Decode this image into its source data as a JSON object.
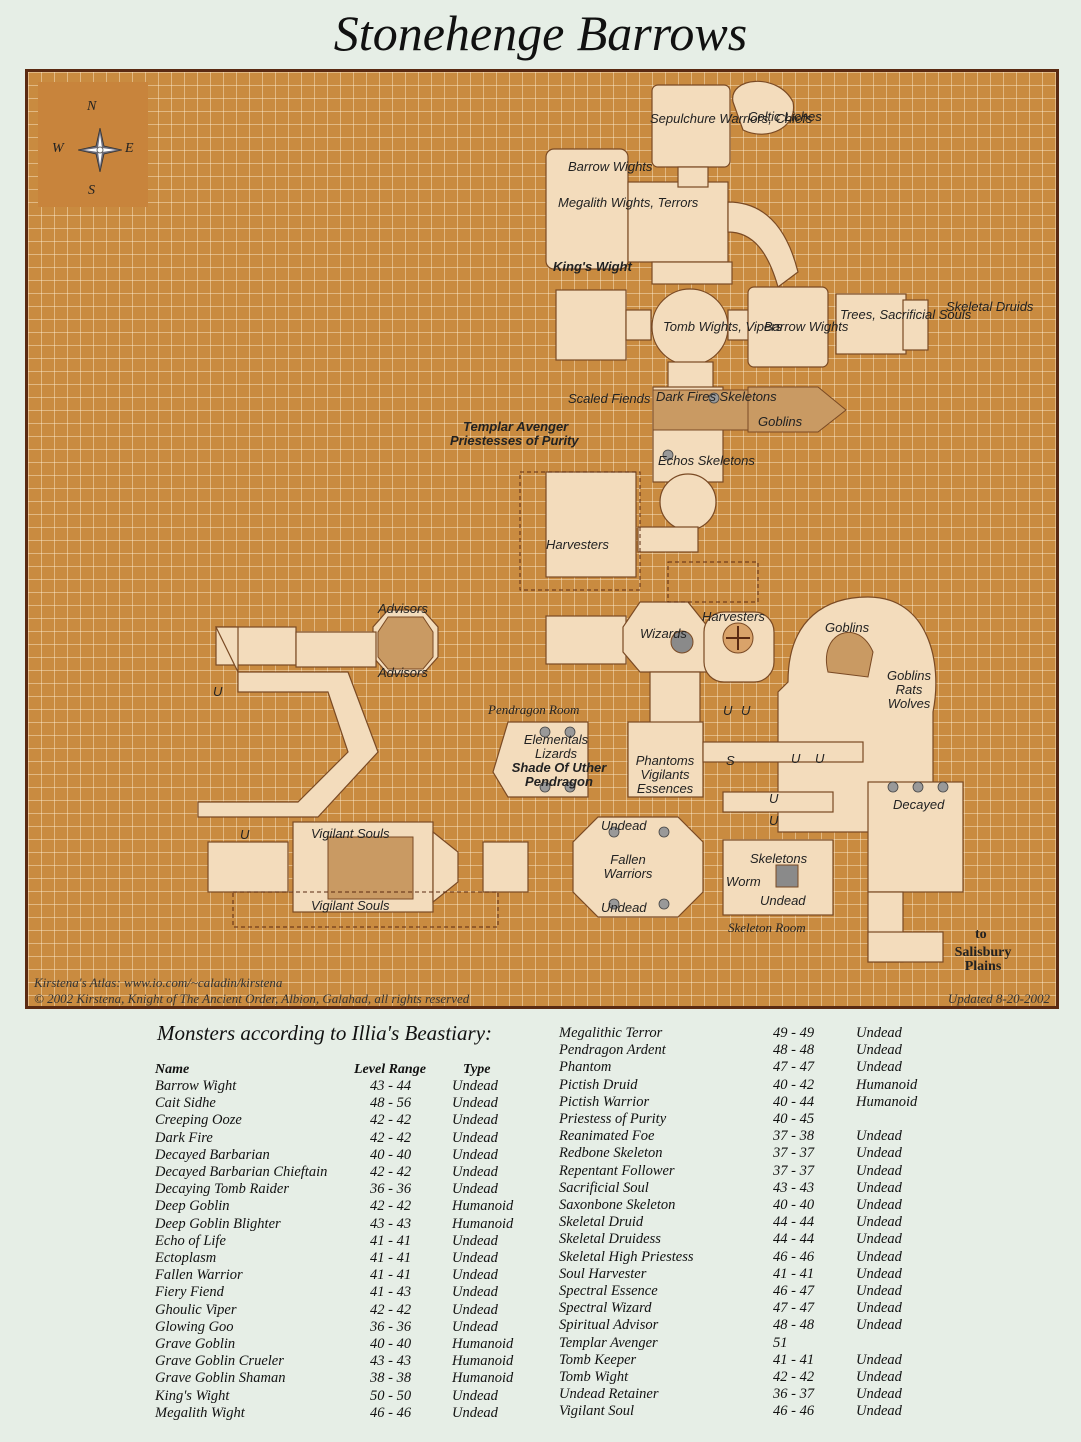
{
  "title": "Stonehenge Barrows",
  "compass": {
    "n": "N",
    "s": "S",
    "e": "E",
    "w": "W",
    "icon": "compass-rose-icon"
  },
  "colors": {
    "background": "#e6eee6",
    "map_fill": "#c98b40",
    "room": "#f3dcbc",
    "room_edge": "#7a4a24",
    "room_dark": "#c99a63",
    "border": "#5a2a12"
  },
  "map_labels": {
    "sepulchure": "Sepulchure Warriors, Chiefs",
    "celtic": "Celtic Liches",
    "barrow_wights_top": "Barrow Wights",
    "megalith": "Megalith Wights, Terrors",
    "kings_wight": "King's Wight",
    "tomb_wights": "Tomb Wights, Vipers",
    "barrow_wights_right": "Barrow Wights",
    "trees": "Trees, Sacrificial Souls",
    "skeletal_druids": "Skeletal Druids",
    "scaled_fiends": "Scaled Fiends",
    "dark_fires": "Dark Fires Skeletons",
    "goblins_top": "Goblins",
    "templar_avenger": "Templar Avenger",
    "priestesses": "Priestesses of Purity",
    "echos": "Echos Skeletons",
    "harvesters_top": "Harvesters",
    "advisors_top": "Advisors",
    "advisors_bottom": "Advisors",
    "wizards": "Wizards",
    "harvesters_mid": "Harvesters",
    "goblins_mid": "Goblins",
    "goblins_rats": "Goblins Rats Wolves",
    "pendragon_room": "Pendragon Room",
    "elementals": "Elementals Lizards",
    "shade": "Shade Of Uther Pendragon",
    "phantoms": "Phantoms Vigilants Essences",
    "decayed": "Decayed",
    "vigilant_souls_top": "Vigilant Souls",
    "vigilant_souls_bottom": "Vigilant Souls",
    "undead_top": "Undead",
    "fallen_warriors": "Fallen Warriors",
    "undead_bottom": "Undead",
    "skeletons": "Skeletons",
    "worm": "Worm",
    "undead_right": "Undead",
    "skeleton_room": "Skeleton Room",
    "to": "to",
    "salisbury": "Salisbury Plains",
    "u": "U",
    "s": "S"
  },
  "footer": {
    "atlas": "Kirstena's Atlas: www.io.com/~caladin/kirstena",
    "copyright": "© 2002 Kirstena, Knight of The Ancient Order, Albion, Galahad, all rights reserved",
    "updated": "Updated 8-20-2002"
  },
  "legend": {
    "heading": "Monsters according to Illia's Beastiary:",
    "col_name": "Name",
    "col_level": "Level Range",
    "col_type": "Type",
    "left": [
      [
        "Barrow Wight",
        "43 - 44",
        "Undead"
      ],
      [
        "Cait Sidhe",
        "48 - 56",
        "Undead"
      ],
      [
        "Creeping Ooze",
        "42 - 42",
        "Undead"
      ],
      [
        "Dark Fire",
        "42 - 42",
        "Undead"
      ],
      [
        "Decayed Barbarian",
        "40 - 40",
        "Undead"
      ],
      [
        "Decayed Barbarian Chieftain",
        "42 - 42",
        "Undead"
      ],
      [
        "Decaying Tomb Raider",
        "36 - 36",
        "Undead"
      ],
      [
        "Deep Goblin",
        "42 - 42",
        "Humanoid"
      ],
      [
        "Deep Goblin Blighter",
        "43 - 43",
        "Humanoid"
      ],
      [
        "Echo of Life",
        "41 - 41",
        "Undead"
      ],
      [
        "Ectoplasm",
        "41 - 41",
        "Undead"
      ],
      [
        "Fallen Warrior",
        "41 - 41",
        "Undead"
      ],
      [
        "Fiery Fiend",
        "41 - 43",
        "Undead"
      ],
      [
        "Ghoulic Viper",
        "42 - 42",
        "Undead"
      ],
      [
        "Glowing Goo",
        "36 - 36",
        "Undead"
      ],
      [
        "Grave Goblin",
        "40 - 40",
        "Humanoid"
      ],
      [
        "Grave Goblin Crueler",
        "43 - 43",
        "Humanoid"
      ],
      [
        "Grave Goblin Shaman",
        "38 - 38",
        "Humanoid"
      ],
      [
        "King's Wight",
        "50 - 50",
        "Undead"
      ],
      [
        "Megalith Wight",
        "46 - 46",
        "Undead"
      ]
    ],
    "right": [
      [
        "Megalithic Terror",
        "49 - 49",
        "Undead"
      ],
      [
        "Pendragon Ardent",
        "48 - 48",
        "Undead"
      ],
      [
        "Phantom",
        "47 - 47",
        "Undead"
      ],
      [
        "Pictish Druid",
        "40 - 42",
        "Humanoid"
      ],
      [
        "Pictish Warrior",
        "40 - 44",
        "Humanoid"
      ],
      [
        "Priestess of Purity",
        "40 - 45",
        ""
      ],
      [
        "Reanimated Foe",
        "37 - 38",
        "Undead"
      ],
      [
        "Redbone Skeleton",
        "37 - 37",
        "Undead"
      ],
      [
        "Repentant Follower",
        "37 - 37",
        "Undead"
      ],
      [
        "Sacrificial Soul",
        "43 - 43",
        "Undead"
      ],
      [
        "Saxonbone Skeleton",
        "40 - 40",
        "Undead"
      ],
      [
        "Skeletal Druid",
        "44 - 44",
        "Undead"
      ],
      [
        "Skeletal Druidess",
        "44 - 44",
        "Undead"
      ],
      [
        "Skeletal High Priestess",
        "46 - 46",
        "Undead"
      ],
      [
        "Soul Harvester",
        "41 - 41",
        "Undead"
      ],
      [
        "Spectral Essence",
        "46 - 47",
        "Undead"
      ],
      [
        "Spectral Wizard",
        "47 - 47",
        "Undead"
      ],
      [
        "Spiritual Advisor",
        "48 - 48",
        "Undead"
      ],
      [
        "Templar Avenger",
        "51",
        ""
      ],
      [
        "Tomb Keeper",
        "41 - 41",
        "Undead"
      ],
      [
        "Tomb Wight",
        "42 - 42",
        "Undead"
      ],
      [
        "Undead Retainer",
        "36 - 37",
        "Undead"
      ],
      [
        "Vigilant Soul",
        "46 - 46",
        "Undead"
      ]
    ]
  }
}
